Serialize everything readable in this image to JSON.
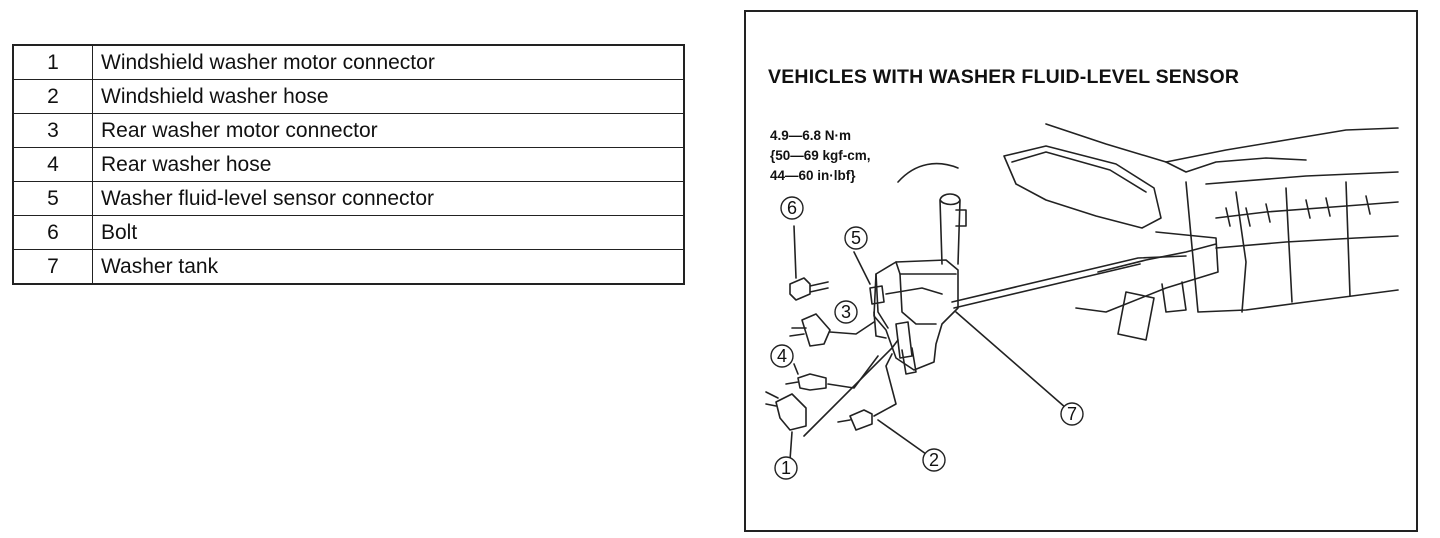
{
  "legend": [
    {
      "num": "1",
      "label": "Windshield washer motor connector"
    },
    {
      "num": "2",
      "label": "Windshield washer hose"
    },
    {
      "num": "3",
      "label": "Rear washer motor connector"
    },
    {
      "num": "4",
      "label": "Rear washer hose"
    },
    {
      "num": "5",
      "label": "Washer fluid-level sensor connector"
    },
    {
      "num": "6",
      "label": "Bolt"
    },
    {
      "num": "7",
      "label": "Washer tank"
    }
  ],
  "figure": {
    "title": "VEHICLES WITH WASHER FLUID-LEVEL SENSOR",
    "torque_lines": [
      "4.9—6.8 N·m",
      "{50—69 kgf-cm,",
      "44—60 in·lbf}"
    ]
  },
  "callouts": [
    "1",
    "2",
    "3",
    "4",
    "5",
    "6",
    "7"
  ]
}
